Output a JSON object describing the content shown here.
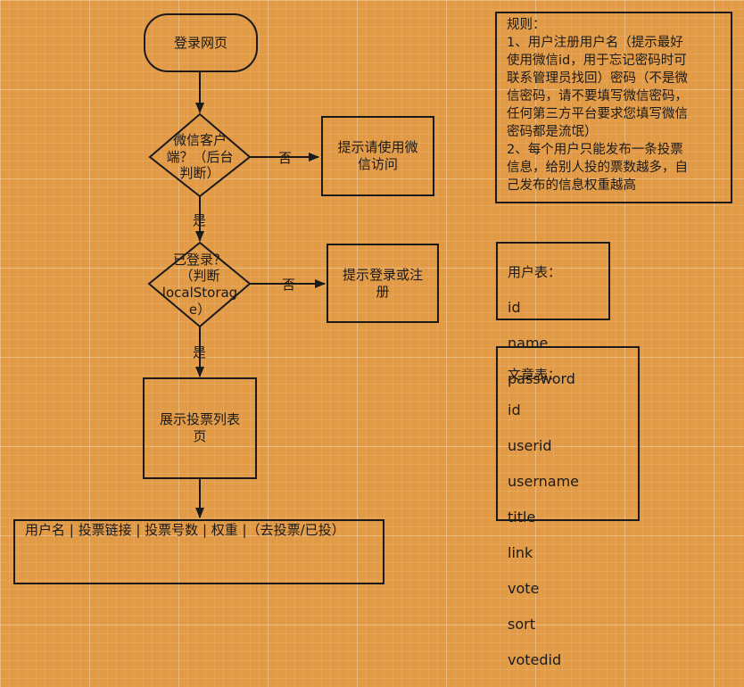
{
  "flow": {
    "start": "登录网页",
    "decision_wechat": "微信客户\n端？（后台\n判断）",
    "prompt_wechat": "提示请使用微\n信访问",
    "decision_login": "已登录？\n（判断\nlocalStorag\ne）",
    "prompt_login": "提示登录或注\n册",
    "vote_list": "展示投票列表\n页",
    "list_row": "用户名 | 投票链接 | 投票号数 | 权重 |（去投票/已投）",
    "label_no_1": "否",
    "label_yes_1": "是",
    "label_no_2": "否",
    "label_yes_2": "是"
  },
  "rules": {
    "text": "规则：\n1、用户注册用户名（提示最好\n使用微信id，用于忘记密码时可\n联系管理员找回）密码（不是微\n信密码，请不要填写微信密码，\n任何第三方平台要求您填写微信\n密码都是流氓）\n2、每个用户只能发布一条投票\n信息，给别人投的票数越多，自\n己发布的信息权重越高"
  },
  "user_table": {
    "title": "用户表：",
    "fields": [
      "id",
      "name",
      "password"
    ]
  },
  "article_table": {
    "title": "文章表：",
    "fields": [
      "id",
      "userid",
      "username",
      "title",
      "link",
      "vote",
      "sort",
      "votedid"
    ]
  }
}
